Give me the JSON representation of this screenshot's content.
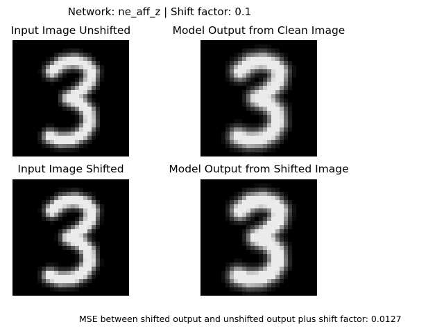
{
  "figure": {
    "suptitle": "Network: ne_aff_z | Shift factor: 0.1",
    "panels": [
      {
        "title": "Input Image Unshifted",
        "variant": "input",
        "shift": 0
      },
      {
        "title": "Model Output from Clean Image",
        "variant": "output",
        "shift": 0
      },
      {
        "title": "Input Image Shifted",
        "variant": "input",
        "shift": 0.1
      },
      {
        "title": "Model Output from Shifted Image",
        "variant": "output",
        "shift": 0.1
      }
    ],
    "footnote": "MSE between shifted output and unshifted output plus shift factor: 0.0127"
  }
}
